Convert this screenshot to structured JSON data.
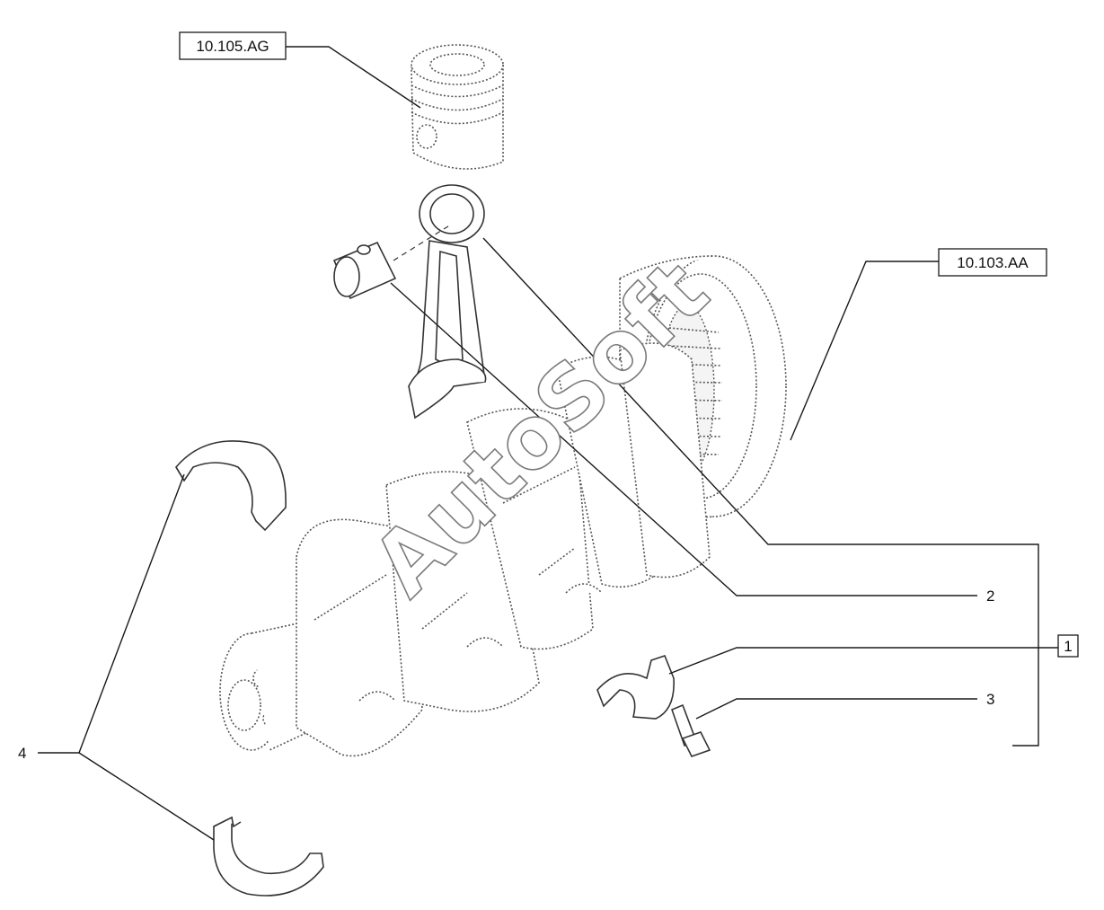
{
  "refs": {
    "piston_ref": "10.105.AG",
    "flywheel_ref": "10.103.AA",
    "item_1": "1"
  },
  "callouts": {
    "item_2": "2",
    "item_3": "3",
    "item_4": "4"
  },
  "watermark": "AutoSoft"
}
